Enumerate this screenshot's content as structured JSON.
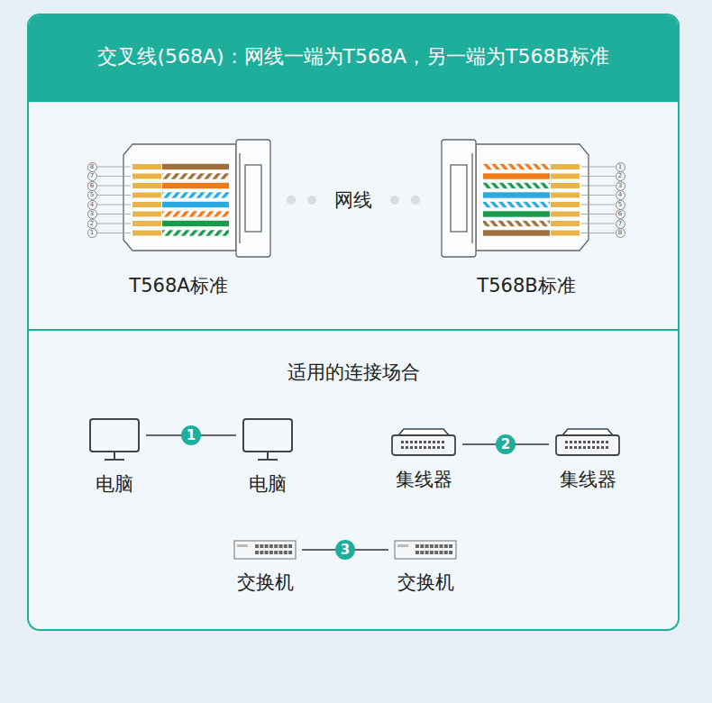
{
  "diagram": {
    "title": "交叉线(568A)：网线一端为T568A，另一端为T568B标准",
    "nodes": [
      {
        "text": [
          "电脑"
        ]
      },
      {
        "text": [
          "电脑"
        ]
      },
      {
        "text": [
          "集线器"
        ]
      },
      {
        "text": [
          "集线器"
        ]
      },
      {
        "text": [
          "交换机"
        ]
      },
      {
        "text": [
          "交换机"
        ]
      }
    ],
    "edges": [
      {
        "from": 0,
        "to": 1,
        "label": "1",
        "arrow": "none"
      },
      {
        "from": 2,
        "to": 3,
        "label": "2",
        "arrow": "none"
      },
      {
        "from": 4,
        "to": 5,
        "label": "3",
        "arrow": "none"
      }
    ],
    "labels": [
      "网线",
      "T568A标准",
      "T568B标准",
      "适用的连接场合",
      "8",
      "7",
      "6",
      "5",
      "4",
      "3",
      "2",
      "1",
      "1",
      "2",
      "3",
      "4",
      "5",
      "6",
      "7",
      "8"
    ]
  }
}
